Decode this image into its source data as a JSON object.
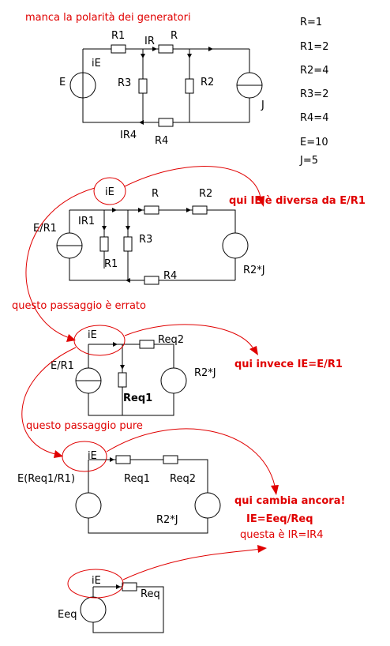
{
  "annotations": {
    "header": "manca la polarità dei generatori",
    "ie_diverse": "qui IE è diversa da E/R1",
    "step_wrong": "questo passaggio è errato",
    "ie_equal": "qui invece IE=E/R1",
    "step_also": "questo passaggio pure",
    "changes_again": "qui cambia ancora!",
    "ie_eq": "IE=Eeq/Req",
    "ir_ir4": "questa è IR=IR4"
  },
  "values": [
    "R=1",
    "R1=2",
    "R2=4",
    "R3=2",
    "R4=4",
    "E=10",
    "J=5"
  ],
  "circuit1": {
    "r1": "R1",
    "r": "R",
    "ir": "IR",
    "ie": "iE",
    "e": "E",
    "r3": "R3",
    "r2": "R2",
    "j": "J",
    "ir4": "IR4",
    "r4": "R4"
  },
  "circuit2": {
    "ie": "iE",
    "r": "R",
    "r2": "R2",
    "e_r1": "E/R1",
    "ir1": "IR1",
    "r3": "R3",
    "r1": "R1",
    "r4": "R4",
    "r2j": "R2*J"
  },
  "circuit3": {
    "ie": "iE",
    "req2": "Req2",
    "e_r1": "E/R1",
    "r2j": "R2*J",
    "req1": "Req1"
  },
  "circuit4": {
    "ie": "iE",
    "e_expr": "E(Req1/R1)",
    "req1": "Req1",
    "req2": "Req2",
    "r2j": "R2*J"
  },
  "circuit5": {
    "ie": "iE",
    "req": "Req",
    "eeq": "Eeq"
  }
}
